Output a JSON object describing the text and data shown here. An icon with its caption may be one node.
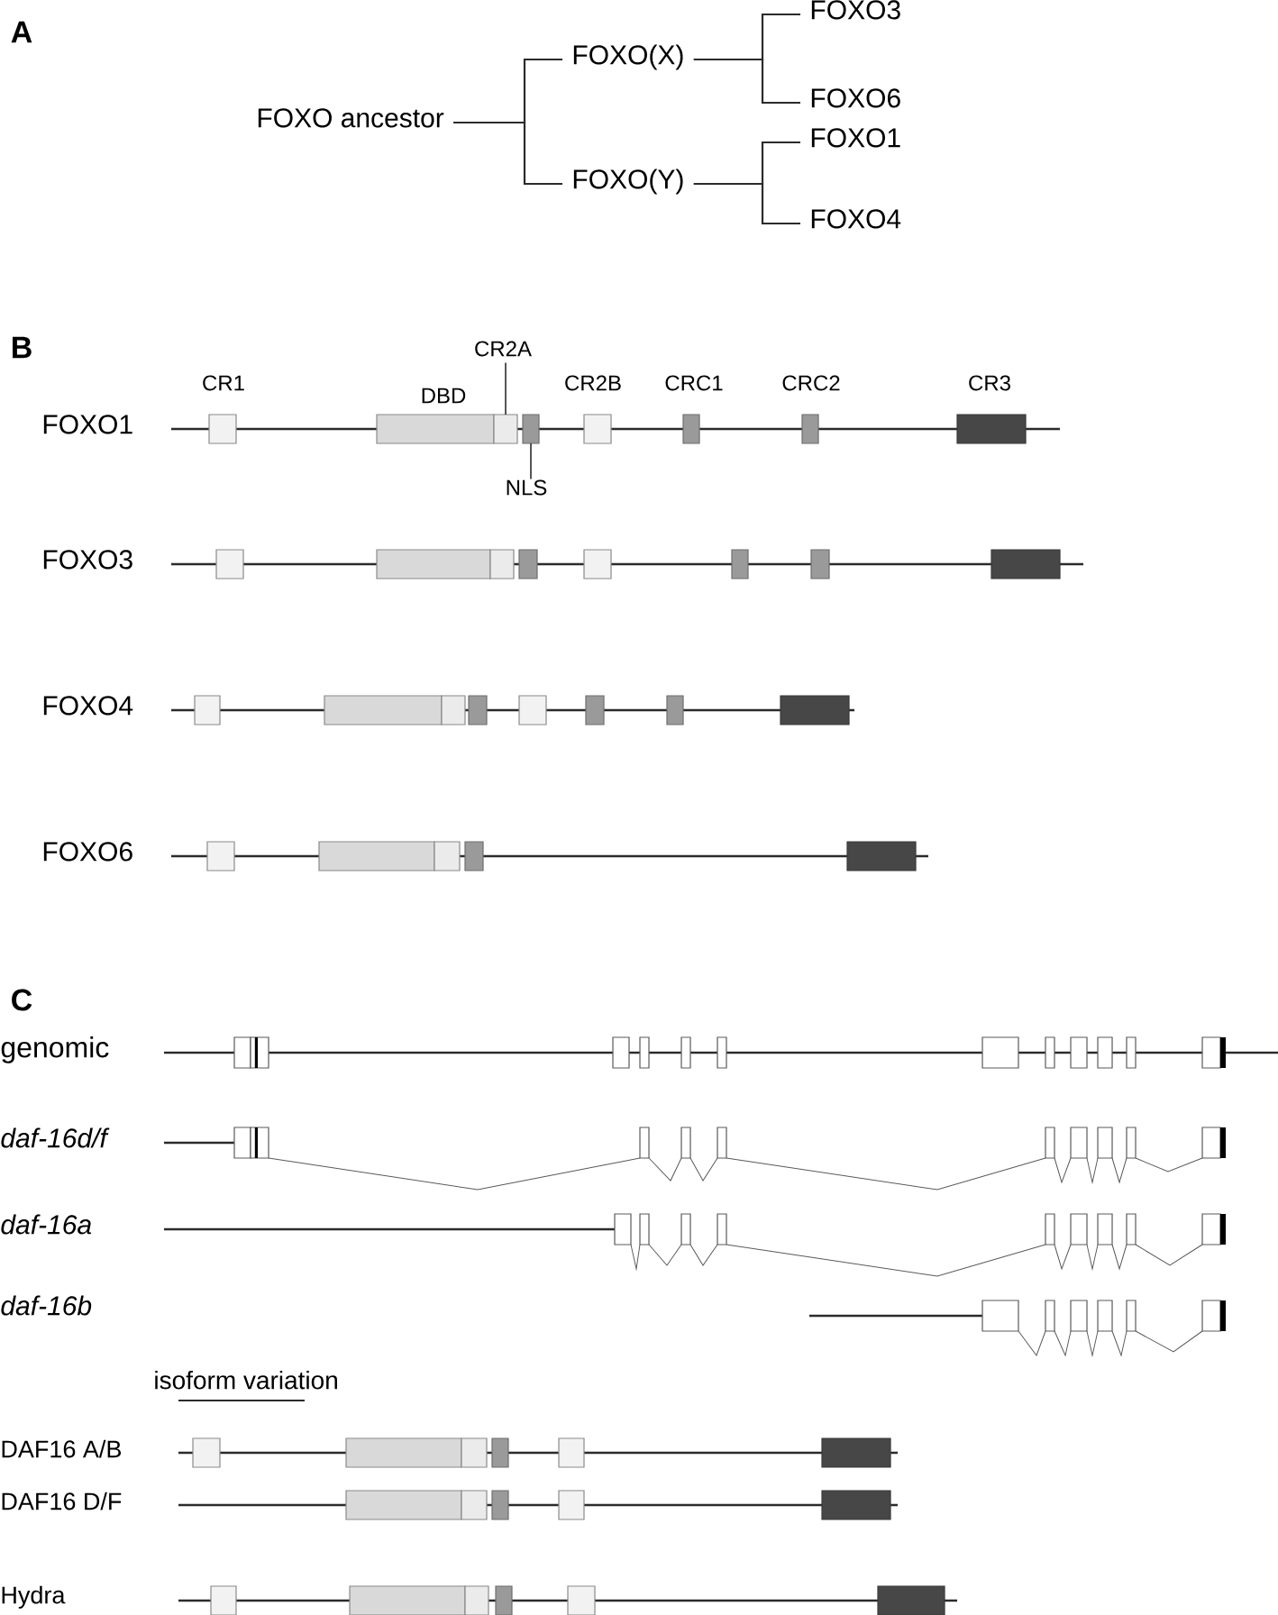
{
  "diagram": {
    "nodes": [
      {
        "text": [
          "FOXO ancestor"
        ]
      },
      {
        "text": [
          "FOXO(X)"
        ]
      },
      {
        "text": [
          "FOXO(Y)"
        ]
      },
      {
        "text": [
          "FOXO3"
        ]
      },
      {
        "text": [
          "FOXO6"
        ]
      },
      {
        "text": [
          "FOXO1"
        ]
      },
      {
        "text": [
          "FOXO4"
        ]
      },
      {
        "text": [
          "CR2A"
        ]
      },
      {
        "text": [],
        "shape": "box"
      },
      {
        "text": [],
        "shape": "box"
      },
      {
        "text": [],
        "shape": "box"
      },
      {
        "text": [],
        "shape": "box"
      },
      {
        "text": [],
        "shape": "box"
      },
      {
        "text": [],
        "shape": "box"
      },
      {
        "text": [],
        "shape": "box"
      },
      {
        "text": [],
        "shape": "box"
      },
      {
        "text": [
          "NLS"
        ]
      },
      {
        "text": [],
        "shape": "box"
      },
      {
        "text": [],
        "shape": "box"
      },
      {
        "text": [],
        "shape": "box"
      },
      {
        "text": [],
        "shape": "box"
      },
      {
        "text": [],
        "shape": "box"
      },
      {
        "text": [],
        "shape": "box"
      },
      {
        "text": [],
        "shape": "box"
      },
      {
        "text": [],
        "shape": "box"
      },
      {
        "text": [],
        "shape": "box"
      },
      {
        "text": [],
        "shape": "box"
      },
      {
        "text": [],
        "shape": "box"
      },
      {
        "text": [],
        "shape": "box"
      },
      {
        "text": [],
        "shape": "box"
      },
      {
        "text": [],
        "shape": "box"
      },
      {
        "text": [],
        "shape": "box"
      },
      {
        "text": [],
        "shape": "box"
      },
      {
        "text": [],
        "shape": "box"
      },
      {
        "text": [],
        "shape": "box"
      },
      {
        "text": [],
        "shape": "box"
      },
      {
        "text": [],
        "shape": "box"
      },
      {
        "text": [],
        "shape": "box"
      },
      {
        "text": [],
        "shape": "box"
      },
      {
        "text": [],
        "shape": "box"
      },
      {
        "text": [],
        "shape": "box"
      },
      {
        "text": [],
        "shape": "box"
      },
      {
        "text": [],
        "shape": "box"
      },
      {
        "text": [],
        "shape": "box"
      },
      {
        "text": [],
        "shape": "box"
      },
      {
        "text": [],
        "shape": "box"
      },
      {
        "text": [],
        "shape": "box"
      },
      {
        "text": [],
        "shape": "box"
      },
      {
        "text": [],
        "shape": "box"
      },
      {
        "text": [],
        "shape": "box"
      },
      {
        "text": [],
        "shape": "box"
      },
      {
        "text": [],
        "shape": "box"
      },
      {
        "text": [],
        "shape": "box"
      },
      {
        "text": [],
        "shape": "box"
      },
      {
        "text": [],
        "shape": "box"
      }
    ],
    "edges": [
      {
        "from": 0,
        "to": 1,
        "arrow": "none"
      },
      {
        "from": 0,
        "to": 2,
        "arrow": "none"
      },
      {
        "from": 1,
        "to": 3,
        "arrow": "none"
      },
      {
        "from": 1,
        "to": 4,
        "arrow": "none"
      },
      {
        "from": 2,
        "to": 5,
        "arrow": "none"
      },
      {
        "from": 2,
        "to": 6,
        "arrow": "none"
      },
      {
        "from": 7,
        "to": 10,
        "arrow": "none"
      },
      {
        "from": 16,
        "to": 11,
        "arrow": "none"
      }
    ],
    "labels": [
      "A",
      "B",
      "CR1",
      "DBD",
      "CR2B",
      "CRC1",
      "CRC2",
      "CR3",
      "FOXO1",
      "FOXO3",
      "FOXO4",
      "FOXO6",
      "C",
      "genomic",
      "daf-16d/f",
      "daf-16a",
      "daf-16b",
      "isoform variation",
      "DAF16 A/B",
      "DAF16 D/F",
      "Hydra"
    ]
  }
}
